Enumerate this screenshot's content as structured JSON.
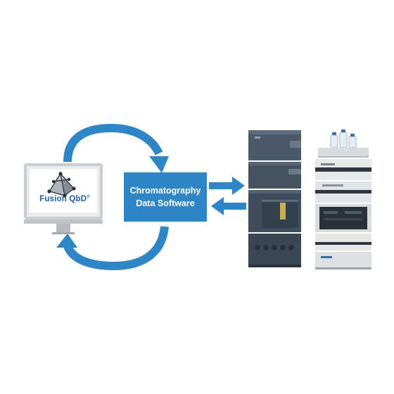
{
  "monitor": {
    "product_name": "Fusion QbD",
    "trademark": "®",
    "icon": "molecule-pyramid-icon"
  },
  "cds_box": {
    "line1": "Chromatography",
    "line2": "Data Software"
  },
  "arrows": {
    "loop_top": "curved-arrow-right-icon",
    "loop_bottom": "curved-arrow-up-icon",
    "to_instruments": "arrow-right-icon",
    "from_instruments": "arrow-left-icon"
  },
  "instruments": {
    "left_stack": "waters-lc-system",
    "right_stack": "agilent-lc-system"
  },
  "colors": {
    "arrow_blue": "#2e86c7",
    "box_blue": "#2e86c7",
    "label_blue": "#1f5f9e",
    "instrument_dark": "#3f4d5c",
    "instrument_light": "#d9dcdf"
  }
}
